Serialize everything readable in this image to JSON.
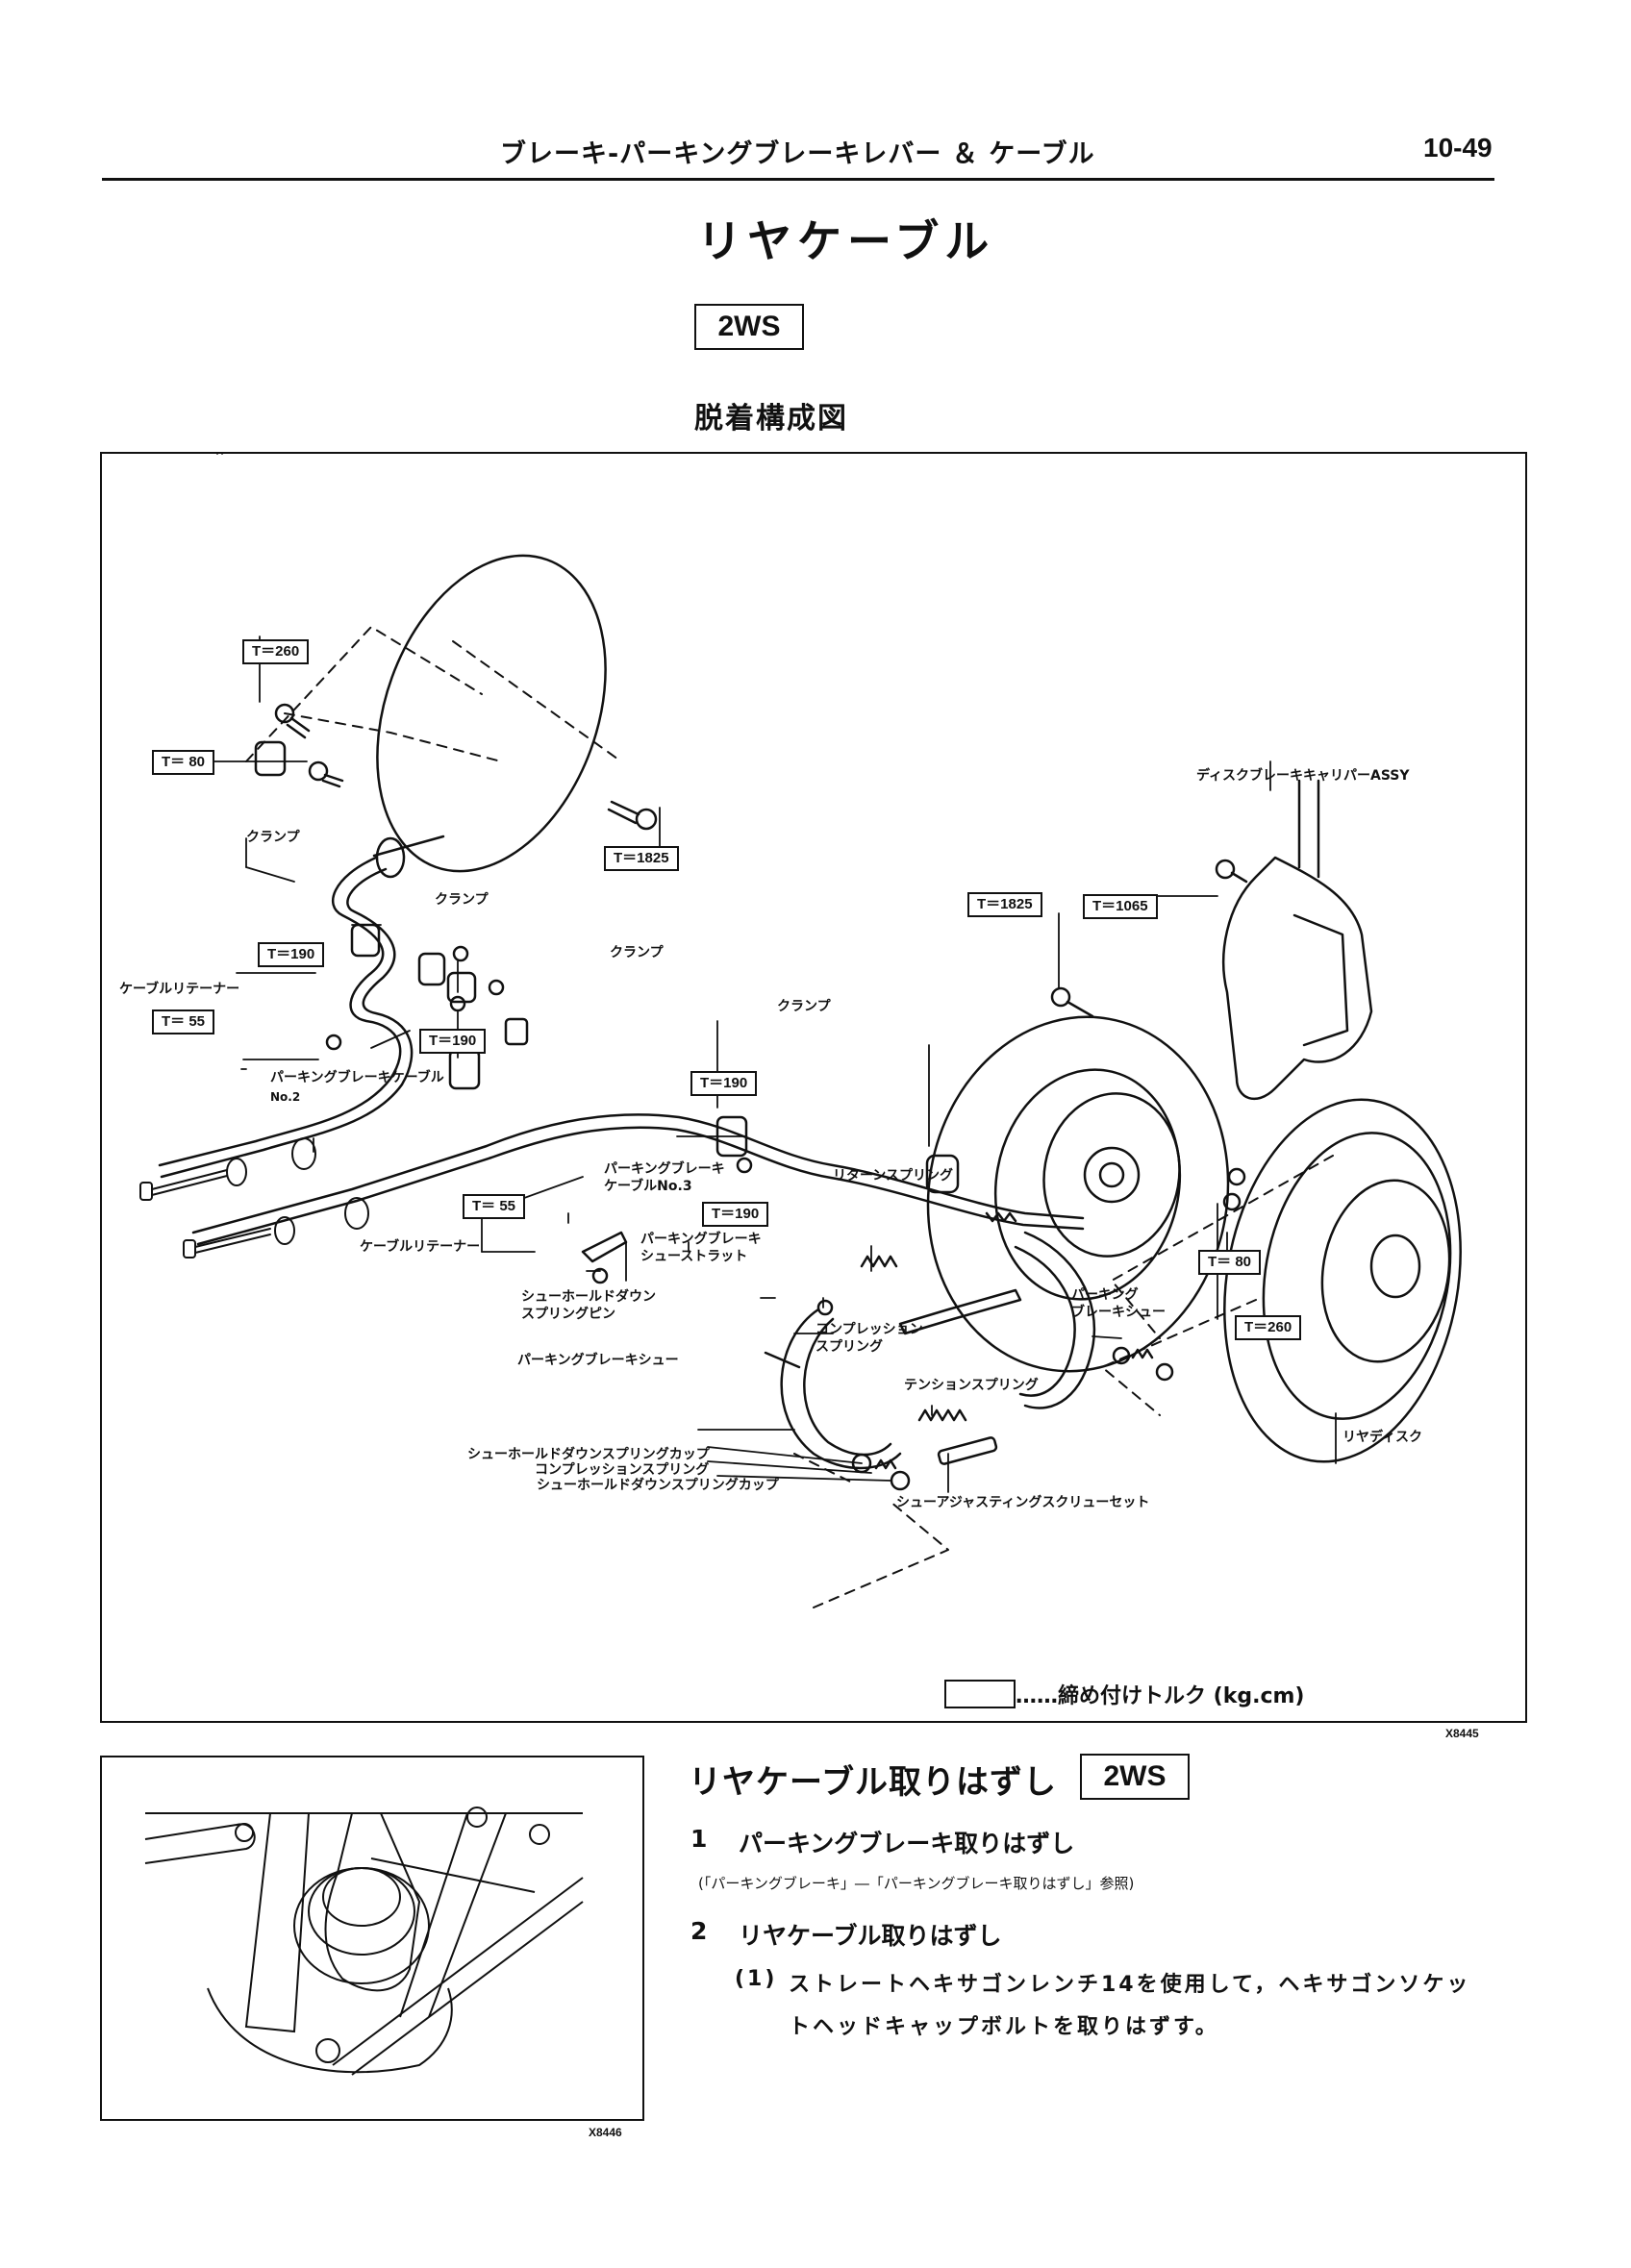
{
  "header": {
    "title": "ブレーキ-パーキングブレーキレバー ＆ ケーブル",
    "page_number": "10-49"
  },
  "main_title": "リヤケーブル",
  "variant_badge": "2WS",
  "diagram": {
    "title": "脱着構成図",
    "figure_id": "X8445",
    "torque_labels": {
      "t260_top": "T＝260",
      "t80_left": "T＝ 80",
      "t1825_left": "T＝1825",
      "t190_a": "T＝190",
      "t55_a": "T＝ 55",
      "t190_b": "T＝190",
      "t190_c": "T＝190",
      "t55_b": "T＝ 55",
      "t190_d": "T＝190",
      "t1825_right": "T＝1825",
      "t1065": "T＝1065",
      "t80_right": "T＝ 80",
      "t260_right": "T＝260"
    },
    "part_labels": {
      "clamp_1": "クランプ",
      "clamp_2": "クランプ",
      "clamp_3": "クランプ",
      "clamp_4": "クランプ",
      "cable_retainer_1": "ケーブルリテーナー",
      "cable_retainer_2": "ケーブルリテーナー",
      "pb_cable_no2_line1": "パーキングブレーキケーブル",
      "pb_cable_no2_line2": "No.2",
      "pb_cable_no3_line1": "パーキングブレーキ",
      "pb_cable_no3_line2": "ケーブルNo.3",
      "return_spring": "リターンスプリング",
      "shoe_strut_line1": "パーキングブレーキ",
      "shoe_strut_line2": "シューストラット",
      "hold_down_pin_line1": "シューホールドダウン",
      "hold_down_pin_line2": "スプリングピン",
      "compression_spring_line1": "コンプレッション",
      "compression_spring_line2": "スプリング",
      "pb_shoe_left": "パーキングブレーキシュー",
      "pb_shoe_right_line1": "パーキング",
      "pb_shoe_right_line2": "ブレーキシュー",
      "tension_spring": "テンションスプリング",
      "hold_down_cup_1": "シューホールドダウンスプリングカップ",
      "compression_spring_2": "コンプレッションスプリング",
      "hold_down_cup_2": "シューホールドダウンスプリングカップ",
      "adjusting_screw": "シューアジャスティングスクリューセット",
      "caliper": "ディスクブレーキキャリパーASSY",
      "rear_disc": "リヤディスク"
    },
    "legend": "……締め付けトルク (kg.cm)"
  },
  "photo": {
    "figure_id": "X8446"
  },
  "section": {
    "title": "リヤケーブル取りはずし",
    "badge": "2WS",
    "steps": [
      {
        "number": "1",
        "title": "パーキングブレーキ取りはずし",
        "note": "(「パーキングブレーキ」―「パーキングブレーキ取りはずし」参照)"
      },
      {
        "number": "2",
        "title": "リヤケーブル取りはずし",
        "sub": {
          "number": "(1)",
          "line1": "ストレートヘキサゴンレンチ14を使用して，ヘキサゴンソケッ",
          "line2": "トヘッドキャップボルトを取りはずす。"
        }
      }
    ]
  }
}
